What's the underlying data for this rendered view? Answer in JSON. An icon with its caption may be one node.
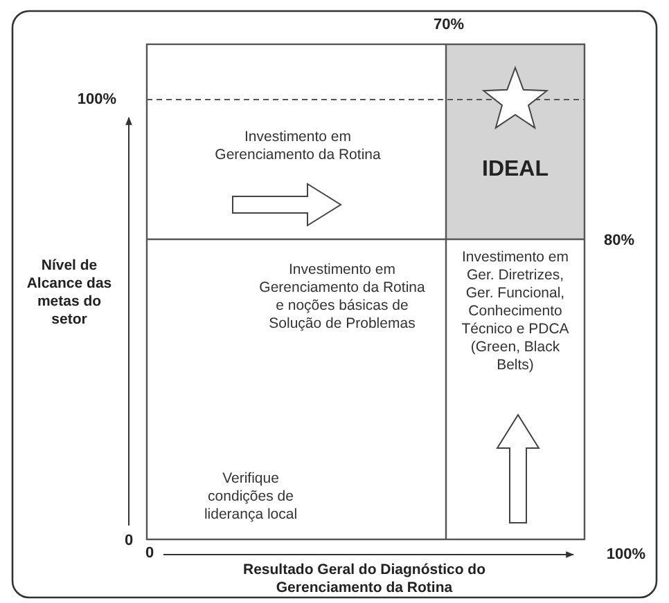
{
  "diagram": {
    "nodes": [
      {
        "text": [
          "Investimento em Gerenciamento da Rotina"
        ]
      },
      {
        "text": [
          "IDEAL"
        ]
      },
      {
        "text": [
          "Investimento em Gerenciamento da Rotina e noções básicas de Solução de Problemas",
          "Verifique condições de liderança local"
        ]
      },
      {
        "text": [
          "Investimento em Ger. Diretrizes, Ger. Funcional, Conhecimento Técnico e PDCA (Green, Black Belts)"
        ]
      }
    ],
    "labels": [
      "70%",
      "100%",
      "80%",
      "Nível de Alcance das metas do setor",
      "0",
      "0",
      "100%",
      "Resultado Geral do Diagnóstico do Gerenciamento da Rotina"
    ]
  }
}
